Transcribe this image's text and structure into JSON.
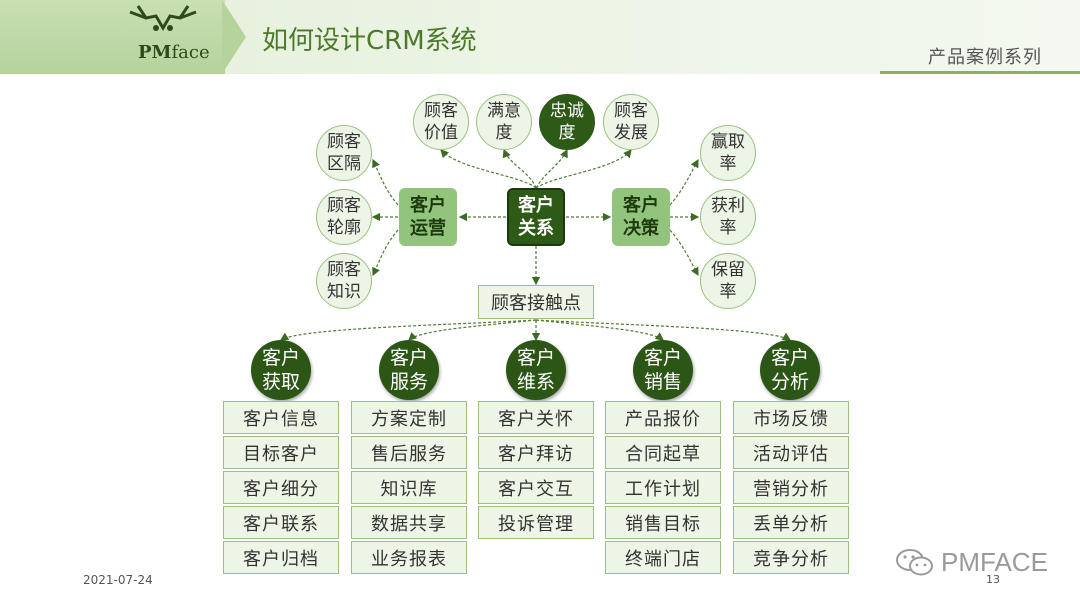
{
  "header": {
    "logo_text_bold": "PM",
    "logo_text_rest": "face",
    "title": "如何设计CRM系统",
    "subtitle": "产品案例系列"
  },
  "diagram": {
    "center": "客户关系",
    "operations": "客户运营",
    "decision": "客户决策",
    "touchpoint": "顾客接触点",
    "top_nodes": [
      "顾客价值",
      "满意度",
      "忠诚度",
      "顾客发展"
    ],
    "left_nodes": [
      "顾客区隔",
      "顾客轮廓",
      "顾客知识"
    ],
    "right_nodes": [
      "赢取率",
      "获利率",
      "保留率"
    ],
    "modules": [
      {
        "name": "客户获取",
        "items": [
          "客户信息",
          "目标客户",
          "客户细分",
          "客户联系",
          "客户归档"
        ]
      },
      {
        "name": "客户服务",
        "items": [
          "方案定制",
          "售后服务",
          "知识库",
          "数据共享",
          "业务报表"
        ]
      },
      {
        "name": "客户维系",
        "items": [
          "客户关怀",
          "客户拜访",
          "客户交互",
          "投诉管理"
        ]
      },
      {
        "name": "客户销售",
        "items": [
          "产品报价",
          "合同起草",
          "工作计划",
          "销售目标",
          "终端门店"
        ]
      },
      {
        "name": "客户分析",
        "items": [
          "市场反馈",
          "活动评估",
          "营销分析",
          "丢单分析",
          "竞争分析"
        ]
      }
    ]
  },
  "footer": {
    "date": "2021-07-24",
    "page": "13",
    "brand": "PMFACE"
  },
  "colors": {
    "dark_green": "#2e5a18",
    "light_green": "#93c47d",
    "pale_green": "#edf5e6"
  },
  "icons": {
    "brand": "wechat-icon"
  }
}
